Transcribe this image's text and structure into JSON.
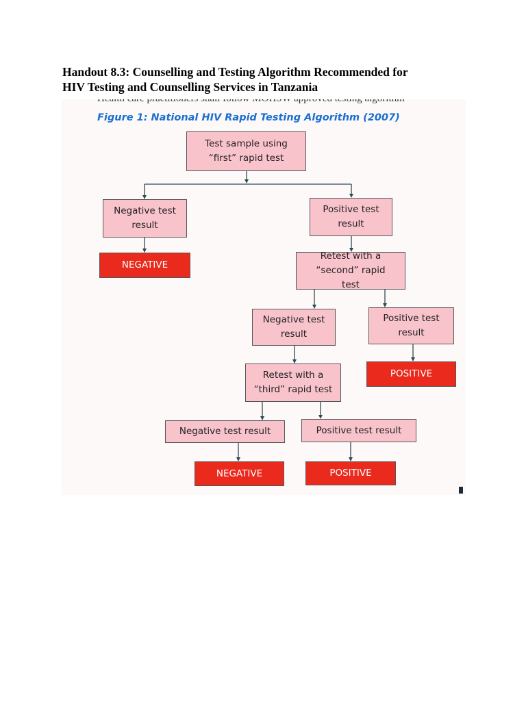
{
  "handout": {
    "title_line1": "Handout 8.3: Counselling and Testing Algorithm Recommended for",
    "title_line2": "HIV Testing and Counselling Services in Tanzania"
  },
  "scan": {
    "cut_text": "Health care practitioners shall follow MOHSW approved testing algorithm",
    "figure_title": "Figure 1: National HIV Rapid Testing Algorithm (2007)"
  },
  "flow": {
    "first_test": "Test sample using “first” rapid test",
    "neg1": "Negative test result",
    "pos1": "Positive test result",
    "neg1_outcome": "NEGATIVE",
    "second_test": "Retest with a “second” rapid test",
    "neg2": "Negative test result",
    "pos2": "Positive test result",
    "pos2_outcome": "POSITIVE",
    "third_test": "Retest with a “third” rapid test",
    "neg3": "Negative test result",
    "pos3": "Positive test result",
    "neg3_outcome": "NEGATIVE",
    "pos3_outcome": "POSITIVE"
  },
  "colors": {
    "box_fill": "#f9c3cc",
    "outcome_fill": "#ea2a1c",
    "figure_title": "#1a6fd0"
  }
}
